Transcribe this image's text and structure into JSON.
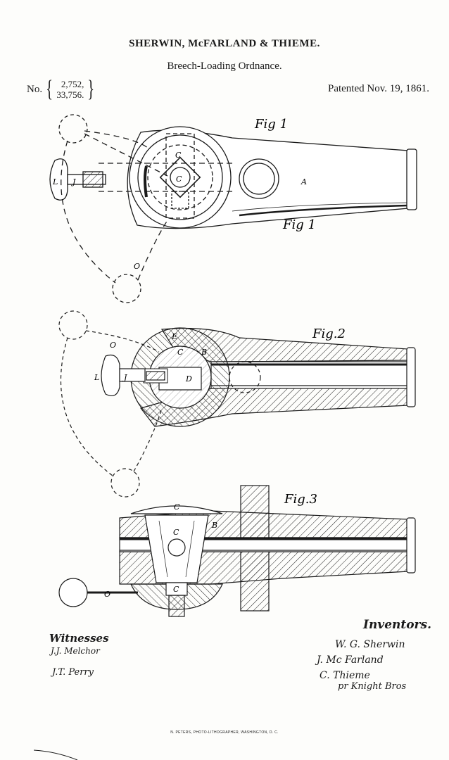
{
  "header": {
    "title": "SHERWIN, McFARLAND & THIEME.",
    "subtitle": "Breech-Loading Ordnance.",
    "no_label": "No.",
    "no_1": "2,752,",
    "no_2": "33,756.",
    "patented": "Patented Nov. 19, 1861."
  },
  "figures": {
    "fig1_top": "Fig 1",
    "fig1_bottom": "Fig 1",
    "fig2": "Fig.2",
    "fig3": "Fig.3"
  },
  "part_letters": {
    "fig1": [
      "L",
      "J",
      "C",
      "C",
      "A",
      "O"
    ],
    "fig2": [
      "O",
      "E",
      "C",
      "B",
      "L",
      "J",
      "D"
    ],
    "fig3": [
      "C",
      "C",
      "B",
      "O",
      "C"
    ]
  },
  "signatures": {
    "witness_label": "Witnesses",
    "witness_1": "J.J. Melchor",
    "witness_2": "J.T. Perry",
    "inventor_label": "Inventors.",
    "inventor_1": "W. G. Sherwin",
    "inventor_2": "J. Mc Farland",
    "inventor_3": "C. Thieme",
    "inventor_4": "pr Knight Bros"
  },
  "footer": "N. PETERS, PHOTO-LITHOGRAPHER, WASHINGTON, D. C."
}
